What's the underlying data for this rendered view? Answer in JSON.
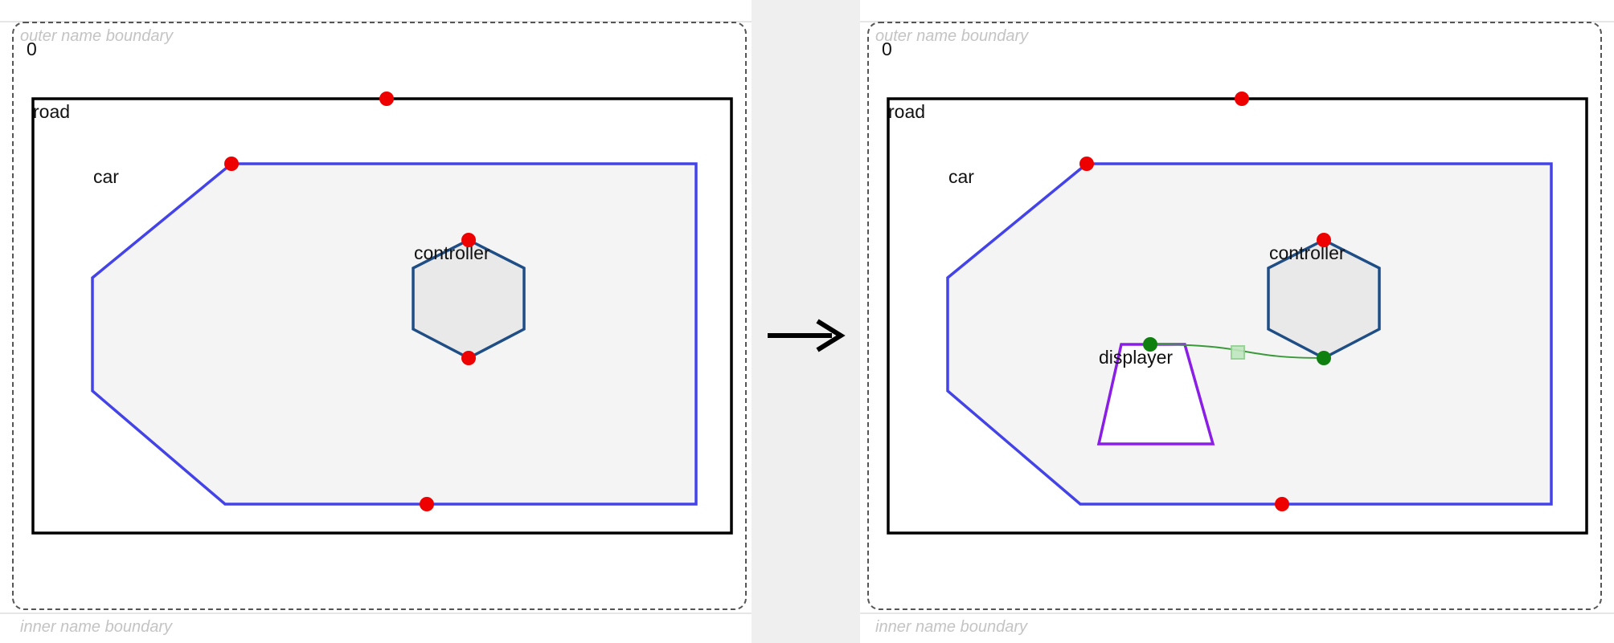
{
  "colors": {
    "background": "#ffffff",
    "gutter": "#efefef",
    "boundary": "#555555",
    "guide_line": "#dddddd",
    "road_stroke": "#000000",
    "car_stroke": "#4343e8",
    "car_fill": "#f4f4f4",
    "controller_stroke": "#1f4e86",
    "controller_fill": "#e9e9e9",
    "displayer_stroke": "#8b1ee6",
    "port_red": "#ee0000",
    "port_green": "#0f7f0f",
    "link": "#3a9a3a",
    "link_handle": "#8fd08f",
    "arrow": "#000000"
  },
  "arrow_icon": "right-arrow-icon",
  "panels": [
    {
      "id": "before",
      "outer_label": "outer name boundary",
      "inner_label": "inner name boundary",
      "root_label": "0",
      "nodes": [
        {
          "name": "road",
          "label": "road",
          "kind": "rectangle"
        },
        {
          "name": "car",
          "label": "car",
          "kind": "pentagon"
        },
        {
          "name": "controller",
          "label": "controller",
          "kind": "hexagon"
        }
      ],
      "ports": [
        {
          "owner": "road",
          "color": "red"
        },
        {
          "owner": "car",
          "color": "red"
        },
        {
          "owner": "car",
          "color": "red"
        },
        {
          "owner": "controller",
          "color": "red"
        },
        {
          "owner": "controller",
          "color": "red"
        }
      ],
      "links": []
    },
    {
      "id": "after",
      "outer_label": "outer name boundary",
      "inner_label": "inner name boundary",
      "root_label": "0",
      "nodes": [
        {
          "name": "road",
          "label": "road",
          "kind": "rectangle"
        },
        {
          "name": "car",
          "label": "car",
          "kind": "pentagon"
        },
        {
          "name": "controller",
          "label": "controller",
          "kind": "hexagon"
        },
        {
          "name": "displayer",
          "label": "displayer",
          "kind": "trapezoid"
        }
      ],
      "ports": [
        {
          "owner": "road",
          "color": "red"
        },
        {
          "owner": "car",
          "color": "red"
        },
        {
          "owner": "car",
          "color": "red"
        },
        {
          "owner": "controller",
          "color": "red"
        },
        {
          "owner": "controller",
          "color": "green"
        },
        {
          "owner": "displayer",
          "color": "green"
        }
      ],
      "links": [
        {
          "from": "displayer",
          "to": "controller"
        }
      ]
    }
  ]
}
